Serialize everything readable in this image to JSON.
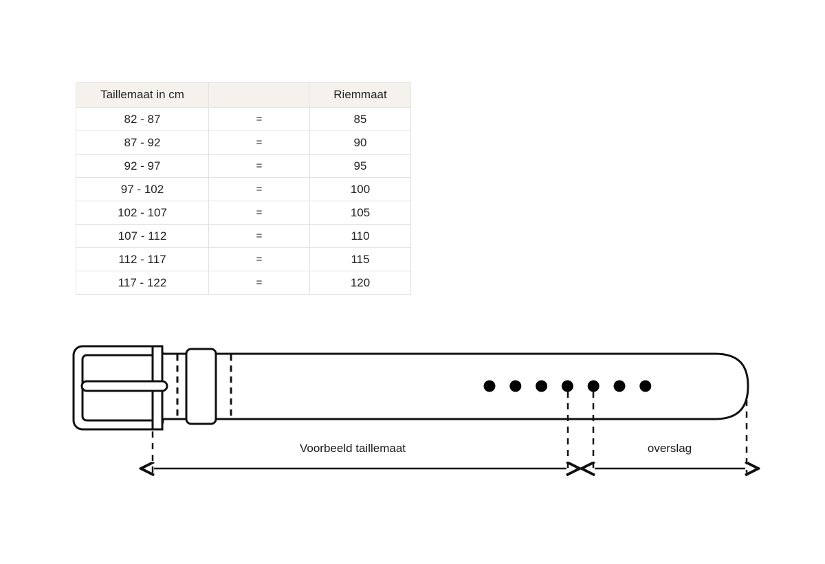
{
  "table": {
    "headers": [
      "Taillemaat in cm",
      "",
      "Riemmaat"
    ],
    "rows": [
      {
        "waist": "82 - 87",
        "eq": "=",
        "belt": "85"
      },
      {
        "waist": "87 - 92",
        "eq": "=",
        "belt": "90"
      },
      {
        "waist": "92 - 97",
        "eq": "=",
        "belt": "95"
      },
      {
        "waist": "97 - 102",
        "eq": "=",
        "belt": "100"
      },
      {
        "waist": "102 - 107",
        "eq": "=",
        "belt": "105"
      },
      {
        "waist": "107 - 112",
        "eq": "=",
        "belt": "110"
      },
      {
        "waist": "112 - 117",
        "eq": "=",
        "belt": "115"
      },
      {
        "waist": "117 - 122",
        "eq": "=",
        "belt": "120"
      }
    ]
  },
  "diagram": {
    "waist_label": "Voorbeeld taillemaat",
    "overlap_label": "overslag",
    "holes_count": 7,
    "colors": {
      "outline": "#111111",
      "hole_fill": "#000000",
      "header_bg": "#f5f2ed",
      "border": "#e3e1dd"
    }
  }
}
